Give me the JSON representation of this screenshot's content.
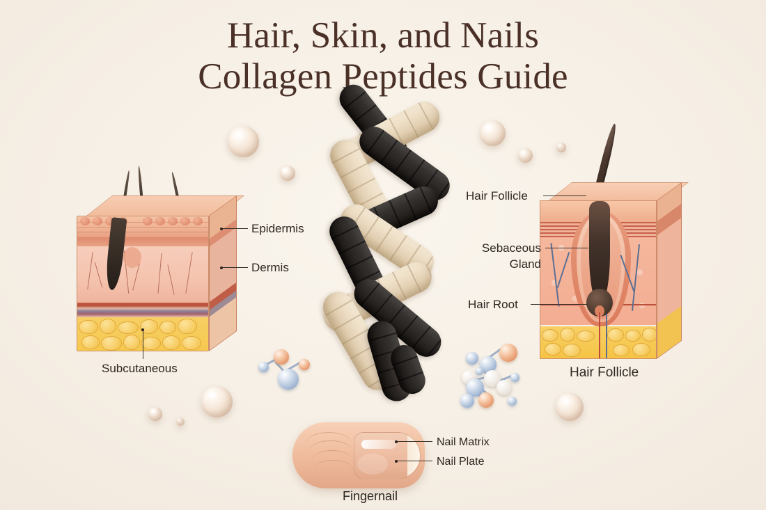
{
  "title": {
    "line1": "Hair, Skin, and Nails",
    "line2": "Collagen Peptides Guide",
    "color": "#4a3026"
  },
  "background": {
    "color": "#f6efe6"
  },
  "skin_diagram": {
    "name": "skin-cross-section",
    "labels": [
      {
        "text": "Epidermis"
      },
      {
        "text": "Dermis"
      },
      {
        "text": "Subcutaneous"
      }
    ]
  },
  "follicle_diagram": {
    "name": "hair-follicle-cross-section",
    "caption": "Hair Follicle",
    "labels": [
      {
        "text": "Hair Follicle"
      },
      {
        "text": "Sebaceous Gland"
      },
      {
        "text": "Hair Root"
      }
    ]
  },
  "nail_diagram": {
    "name": "fingernail-diagram",
    "caption": "Fingernail",
    "labels": [
      {
        "text": "Nail Matrix"
      },
      {
        "text": "Nail Plate"
      }
    ]
  },
  "helix": {
    "name": "collagen-triple-helix",
    "strand_colors": [
      "#efe0c8",
      "#25211f"
    ]
  },
  "decor": {
    "pearl_color": "#f3e2d2",
    "molecule_atom_blue": "#a8bcd6",
    "molecule_atom_orange": "#e79a6e"
  }
}
